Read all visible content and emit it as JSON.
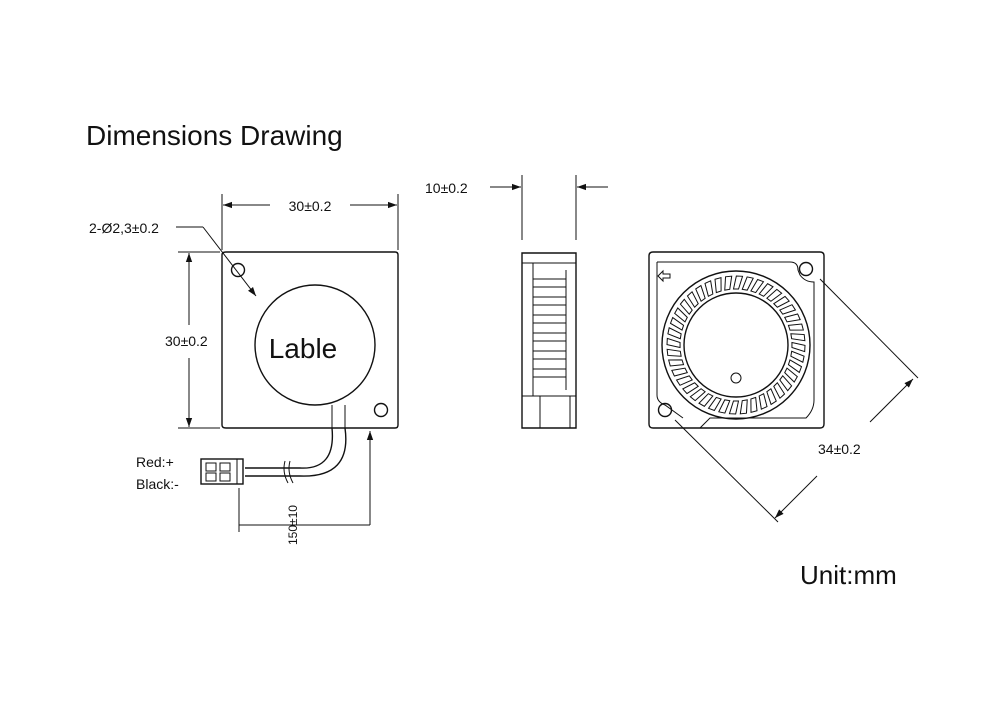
{
  "title": "Dimensions Drawing",
  "unit_label": "Unit:mm",
  "front_view": {
    "width_dim": "30±0.2",
    "height_dim": "30±0.2",
    "hole_dim": "2-Ø2,3±0.2",
    "label_text": "Lable",
    "wire_colors": {
      "red": "Red:+",
      "black": "Black:-"
    },
    "cable_length_dim": "150±10"
  },
  "side_view": {
    "thickness_dim": "10±0.2"
  },
  "back_view": {
    "diagonal_dim": "34±0.2",
    "airflow_arrow": "arrow-icon"
  }
}
